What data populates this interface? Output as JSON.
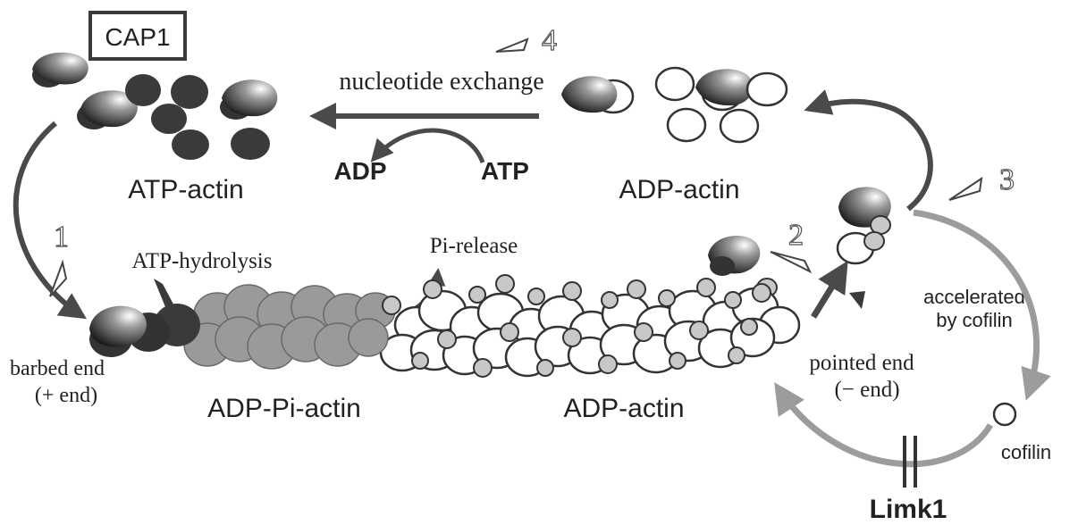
{
  "labels": {
    "cap1": "CAP1",
    "nucleotide_exchange": "nucleotide exchange",
    "step4": "4",
    "step3": "3",
    "step2": "2",
    "step1": "1",
    "adp": "ADP",
    "atp": "ATP",
    "atp_actin": "ATP-actin",
    "adp_actin_top": "ADP-actin",
    "atp_hydrolysis": "ATP-hydrolysis",
    "pi_release": "Pi-release",
    "accelerated_line1": "accelerated",
    "accelerated_line2": "by cofilin",
    "barbed_end_line1": "barbed end",
    "barbed_end_line2": "(+ end)",
    "pointed_end_line1": "pointed end",
    "pointed_end_line2": "(− end)",
    "adp_pi_actin": "ADP-Pi-actin",
    "adp_actin_filament": "ADP-actin",
    "cofilin": "cofilin",
    "limk1": "Limk1"
  },
  "colors": {
    "atp_actin": "#3a3a3a",
    "adp_pi_actin": "#9a9a9a",
    "adp_actin": "#ffffff",
    "cofilin": "#c8c8c8",
    "arrow_dark": "#4a4a4a",
    "arrow_gray": "#9c9c9c"
  }
}
